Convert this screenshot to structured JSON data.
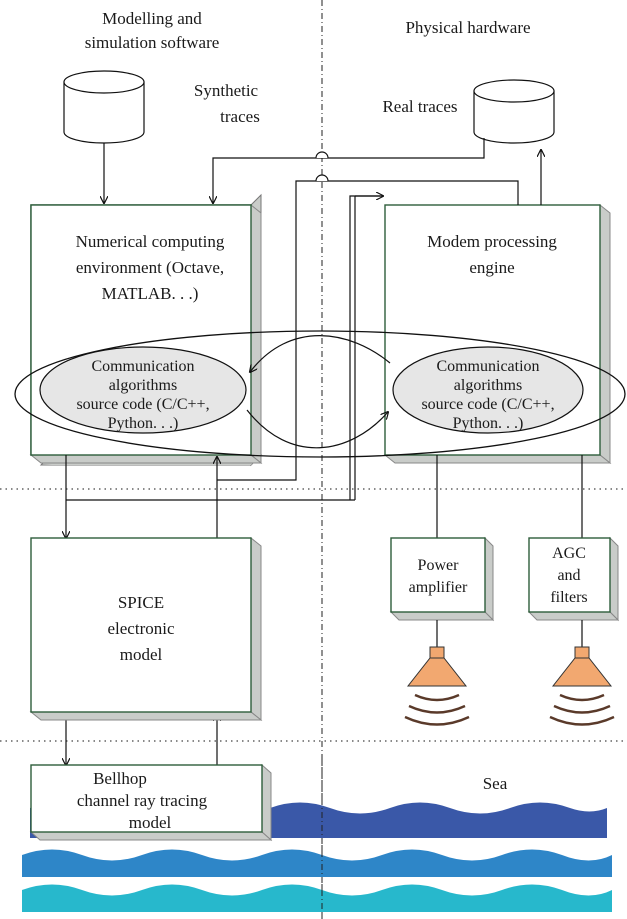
{
  "headers": {
    "left_line1": "Modelling and",
    "left_line2": "simulation software",
    "right": "Physical hardware"
  },
  "storage": {
    "synthetic_line1": "Synthetic",
    "synthetic_line2": "traces",
    "real": "Real traces"
  },
  "numerical_box": {
    "line1": "Numerical computing",
    "line2": "environment (Octave,",
    "line3": "MATLAB. . .)"
  },
  "modem_box": {
    "line1": "Modem processing",
    "line2": "engine"
  },
  "comm_left": {
    "line1": "Communication",
    "line2": "algorithms",
    "line3": "source code (C/C++,",
    "line4": "Python. . .)"
  },
  "comm_right": {
    "line1": "Communication",
    "line2": "algorithms",
    "line3": "source code (C/C++,",
    "line4": "Python. . .)"
  },
  "spice_box": {
    "line1": "SPICE",
    "line2": "electronic",
    "line3": "model"
  },
  "power_box": {
    "line1": "Power",
    "line2": "amplifier"
  },
  "agc_box": {
    "line1": "AGC",
    "line2": "and",
    "line3": "filters"
  },
  "bellhop_box": {
    "line1": "Bellhop",
    "line2": "channel ray tracing",
    "line3": "model"
  },
  "sea_label": "Sea",
  "colors": {
    "box_border": "#2e5d3b",
    "box_shadow": "#c9ccc9",
    "ellipse_fill": "#e6e6e6",
    "speaker": "#f2a870",
    "wave_dark": "#3a58a8",
    "wave_mid": "#2e86c8",
    "wave_light": "#27b8cc"
  }
}
